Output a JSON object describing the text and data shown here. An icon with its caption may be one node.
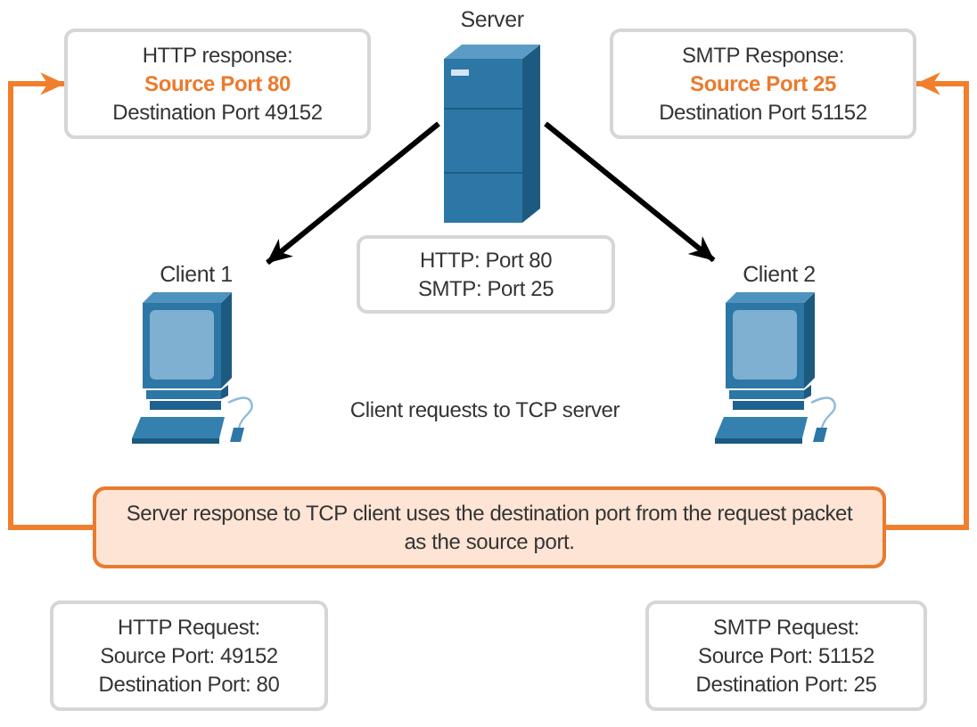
{
  "diagram": {
    "nodes": [
      {
        "text": [
          "HTTP response:",
          "Source Port 80",
          "Destination Port 49152"
        ]
      },
      {
        "text": [
          "Server"
        ]
      },
      {
        "text": [
          "SMTP Response:",
          "Source Port 25",
          "Destination Port 51152"
        ]
      },
      {
        "text": [
          "HTTP: Port 80",
          "SMTP: Port 25"
        ]
      },
      {
        "text": [
          "Client 1"
        ]
      },
      {
        "text": [
          "Client 2"
        ]
      },
      {
        "text": [
          "Server response to TCP client uses the destination port from the request packet as the source port."
        ]
      },
      {
        "text": [
          "HTTP Request:",
          "Source Port: 49152",
          "Destination Port: 80"
        ]
      },
      {
        "text": [
          "SMTP Request:",
          "Source Port: 51152",
          "Destination Port: 25"
        ]
      }
    ],
    "edges": [
      {
        "from": 1,
        "to": 4,
        "arrow": "to"
      },
      {
        "from": 1,
        "to": 5,
        "arrow": "to"
      },
      {
        "from": 6,
        "to": 0,
        "arrow": "to",
        "color": "#f07f2d"
      },
      {
        "from": 6,
        "to": 2,
        "arrow": "to",
        "color": "#f07f2d"
      }
    ],
    "labels": [
      "Client requests to TCP server"
    ]
  }
}
